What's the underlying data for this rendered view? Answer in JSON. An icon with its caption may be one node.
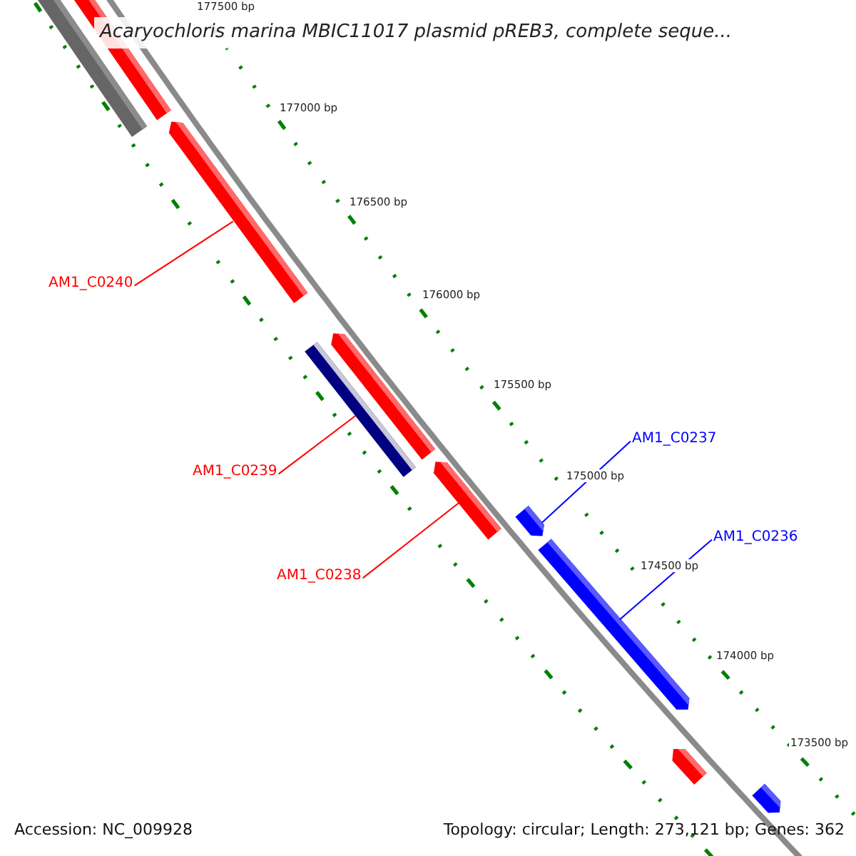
{
  "diagram": {
    "title": "Acaryochloris marina MBIC11017 plasmid pREB3, complete seque...",
    "nodes": [
      {
        "text": [],
        "shape": "bar"
      },
      {
        "text": [],
        "shape": "bar"
      },
      {
        "text": [],
        "shape": "pentagon"
      },
      {
        "text": [
          "AM1_C0240"
        ]
      },
      {
        "text": [],
        "shape": "bar"
      },
      {
        "text": [],
        "shape": "pentagon"
      },
      {
        "text": [
          "AM1_C0237"
        ]
      },
      {
        "text": [],
        "shape": "pentagon"
      },
      {
        "text": [
          "AM1_C0239"
        ]
      },
      {
        "text": [],
        "shape": "pentagon"
      },
      {
        "text": [
          "AM1_C0236"
        ]
      },
      {
        "text": [
          "AM1_C0238"
        ]
      },
      {
        "text": [],
        "shape": "pentagon"
      },
      {
        "text": [],
        "shape": "pentagon"
      },
      {
        "text": [],
        "shape": "pentagon"
      }
    ],
    "edges": [
      {
        "from": 3,
        "to": 2,
        "arrow": "none"
      },
      {
        "from": 6,
        "to": 9,
        "arrow": "none",
        "color": "#0000ff"
      },
      {
        "from": 8,
        "to": 4,
        "arrow": "none"
      },
      {
        "from": 10,
        "to": 12,
        "arrow": "none",
        "color": "#0000ff"
      },
      {
        "from": 11,
        "to": 7,
        "arrow": "none"
      }
    ],
    "labels": [
      "177500 bp",
      "177000 bp",
      "176500 bp",
      "176000 bp",
      "175500 bp",
      "175000 bp",
      "174500 bp",
      "174000 bp",
      "173500 bp",
      "Accession: NC_009928",
      "Topology: circular; Length: 273,121 bp; Genes: 362"
    ]
  }
}
